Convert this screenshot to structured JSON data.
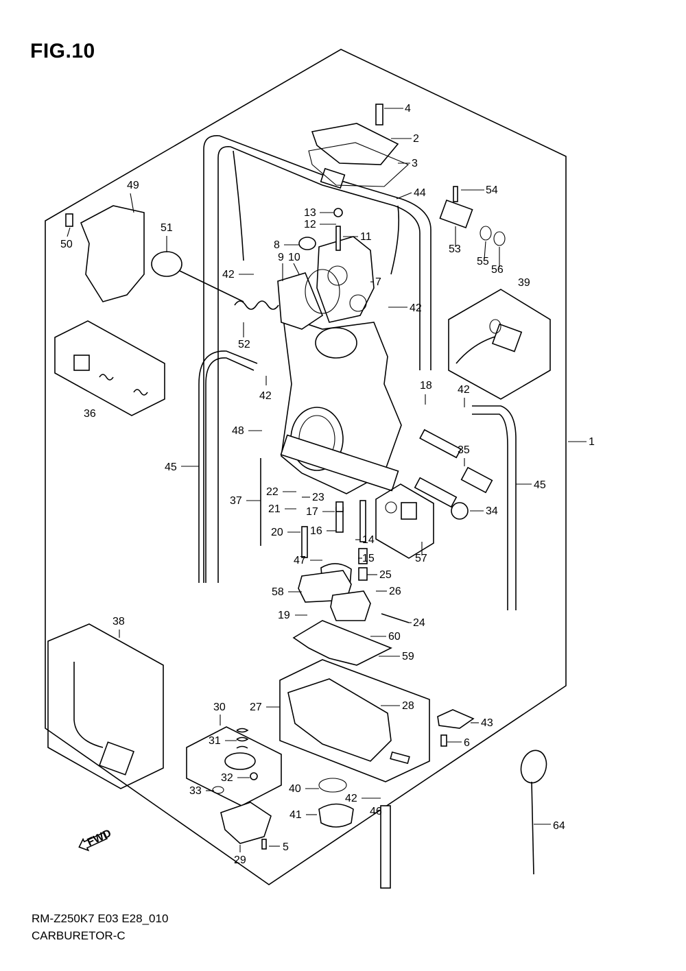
{
  "figure": {
    "title": "FIG.10",
    "model_code": "RM-Z250K7 E03 E28_010",
    "name": "CARBURETOR-C"
  },
  "fwd_label": "FWD",
  "callouts": [
    {
      "num": "4"
    },
    {
      "num": "2"
    },
    {
      "num": "3"
    },
    {
      "num": "44"
    },
    {
      "num": "54"
    },
    {
      "num": "49"
    },
    {
      "num": "13"
    },
    {
      "num": "12"
    },
    {
      "num": "51"
    },
    {
      "num": "50"
    },
    {
      "num": "11"
    },
    {
      "num": "8"
    },
    {
      "num": "53"
    },
    {
      "num": "55"
    },
    {
      "num": "56"
    },
    {
      "num": "9"
    },
    {
      "num": "10"
    },
    {
      "num": "42"
    },
    {
      "num": "7"
    },
    {
      "num": "39"
    },
    {
      "num": "42"
    },
    {
      "num": "52"
    },
    {
      "num": "36"
    },
    {
      "num": "42"
    },
    {
      "num": "18"
    },
    {
      "num": "42"
    },
    {
      "num": "48"
    },
    {
      "num": "1"
    },
    {
      "num": "35"
    },
    {
      "num": "45"
    },
    {
      "num": "45"
    },
    {
      "num": "37"
    },
    {
      "num": "22"
    },
    {
      "num": "23"
    },
    {
      "num": "21"
    },
    {
      "num": "17"
    },
    {
      "num": "34"
    },
    {
      "num": "20"
    },
    {
      "num": "16"
    },
    {
      "num": "14"
    },
    {
      "num": "15"
    },
    {
      "num": "57"
    },
    {
      "num": "47"
    },
    {
      "num": "25"
    },
    {
      "num": "26"
    },
    {
      "num": "58"
    },
    {
      "num": "19"
    },
    {
      "num": "24"
    },
    {
      "num": "60"
    },
    {
      "num": "38"
    },
    {
      "num": "59"
    },
    {
      "num": "30"
    },
    {
      "num": "27"
    },
    {
      "num": "28"
    },
    {
      "num": "43"
    },
    {
      "num": "31"
    },
    {
      "num": "6"
    },
    {
      "num": "32"
    },
    {
      "num": "40"
    },
    {
      "num": "33"
    },
    {
      "num": "42"
    },
    {
      "num": "41"
    },
    {
      "num": "46"
    },
    {
      "num": "64"
    },
    {
      "num": "5"
    },
    {
      "num": "29"
    }
  ]
}
